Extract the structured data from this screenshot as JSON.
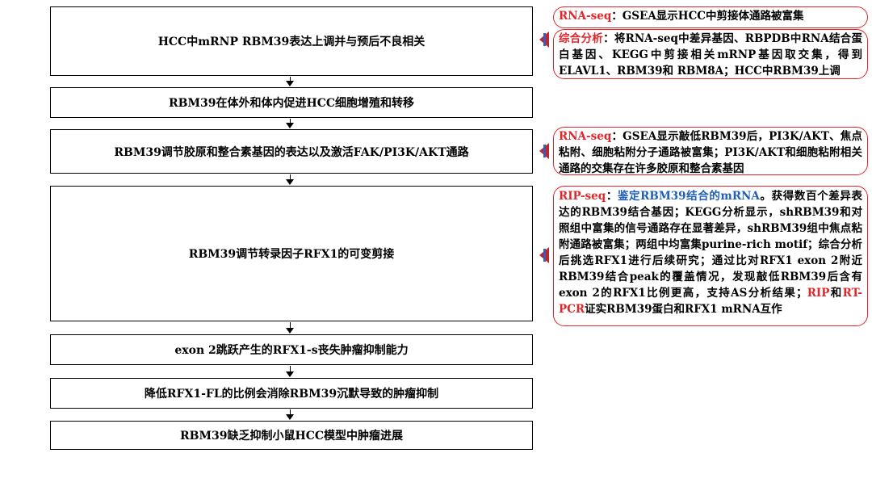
{
  "steps": [
    "HCC中mRNP RBM39表达上调并与预后不良相关",
    "RBM39在体外和体内促进HCC细胞增殖和转移",
    "RBM39调节胶原和整合素基因的表达以及激活FAK/PI3K/AKT通路",
    "RBM39调节转录因子RFX1的可变剪接",
    "exon 2跳跃产生的RFX1-s丧失肿瘤抑制能力",
    "降低RFX1-FL的比例会消除RBM39沉默导致的肿瘤抑制",
    "RBM39缺乏抑制小鼠HCC模型中肿瘤进展"
  ],
  "notes": {
    "n1": {
      "label": "RNA-seq",
      "sep": "：",
      "text": "GSEA显示HCC中剪接体通路被富集"
    },
    "n2": {
      "label": "综合分析",
      "sep": "：",
      "text": "将RNA-seq中差异基因、RBPDB中RNA结合蛋白基因、KEGG中剪接相关mRNP基因取交集，得到ELAVL1、RBM39和 RBM8A；HCC中RBM39上调"
    },
    "n3": {
      "label": "RNA-seq",
      "sep": "：",
      "text": "GSEA显示敲低RBM39后，PI3K/AKT、焦点粘附、细胞粘附分子通路被富集；PI3K/AKT和细胞粘附相关通路的交集存在许多胶原和整合素基因"
    },
    "n4": {
      "label": "RIP-seq",
      "sep": "：",
      "blue": "鉴定RBM39结合的mRNA",
      "text1": "。获得数百个差异表达的RBM39结合基因；KEGG分析显示，shRBM39和对照组中富集的信号通路存在显著差异，shRBM39组中焦点粘附通路被富集；两组中均富集purine-rich motif；综合分析后挑选RFX1进行后续研究；通过比对RFX1 exon 2附近RBM39结合peak的覆盖情况，发现敲低RBM39后含有exon 2的RFX1比例更高，支持AS分析结果；",
      "red1": "RIP",
      "mid": "和",
      "red2": "RT-PCR",
      "text2": "证实RBM39蛋白和RFX1 mRNA互作"
    }
  },
  "colors": {
    "accent_red": "#e0262a",
    "accent_blue": "#1f5fb8"
  }
}
